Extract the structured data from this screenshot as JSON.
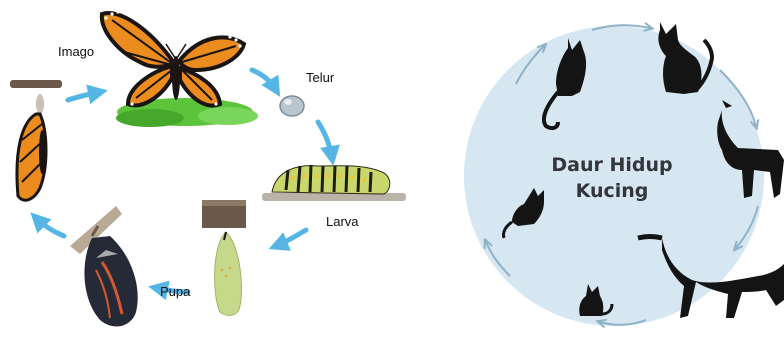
{
  "butterfly_cycle": {
    "stages": {
      "imago": "Imago",
      "telur": "Telur",
      "larva": "Larva",
      "pupa": "Pupa"
    },
    "colors": {
      "arrow": "#55b6e6",
      "wing_orange": "#ec8c1e",
      "wing_black": "#1a1412",
      "leaf": "#5cc43a",
      "caterpillar_green": "#c9d66b",
      "chrysalis_green": "#c6d98a",
      "branch": "#6b5a4a"
    }
  },
  "cat_cycle": {
    "title_line1": "Daur Hidup",
    "title_line2": "Kucing",
    "colors": {
      "circle_fill": "#d6e7f1",
      "arrow": "#8fb2c9",
      "cat": "#141414",
      "title": "#34343c"
    }
  }
}
